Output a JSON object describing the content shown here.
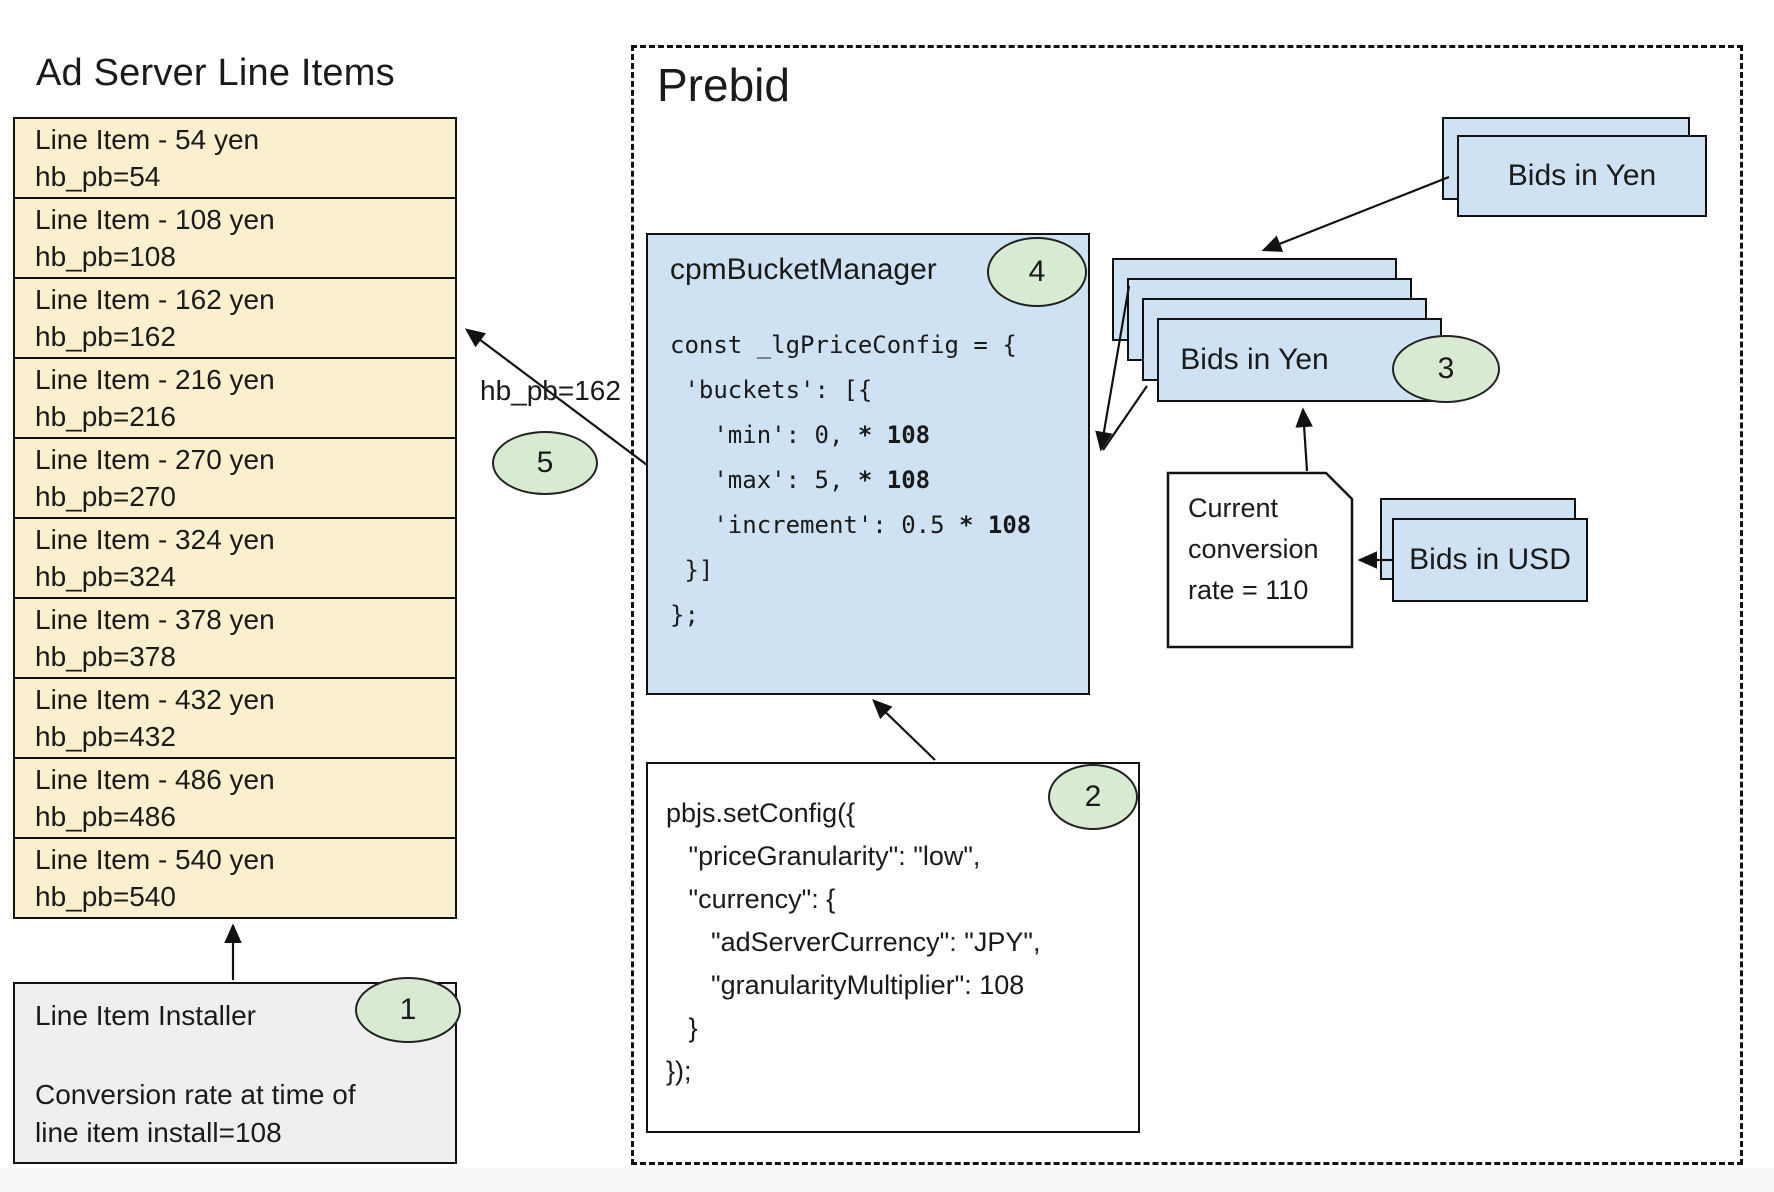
{
  "ad_server": {
    "title": "Ad Server Line Items",
    "line_items": [
      {
        "label": "Line Item - 54 yen",
        "param": "hb_pb=54"
      },
      {
        "label": "Line Item - 108 yen",
        "param": "hb_pb=108"
      },
      {
        "label": "Line Item - 162 yen",
        "param": "hb_pb=162"
      },
      {
        "label": "Line Item - 216 yen",
        "param": "hb_pb=216"
      },
      {
        "label": "Line Item - 270 yen",
        "param": "hb_pb=270"
      },
      {
        "label": "Line Item - 324 yen",
        "param": "hb_pb=324"
      },
      {
        "label": "Line Item - 378 yen",
        "param": "hb_pb=378"
      },
      {
        "label": "Line Item - 432 yen",
        "param": "hb_pb=432"
      },
      {
        "label": "Line Item - 486 yen",
        "param": "hb_pb=486"
      },
      {
        "label": "Line Item - 540 yen",
        "param": "hb_pb=540"
      }
    ],
    "installer": {
      "title": "Line Item Installer",
      "badge": "1",
      "note": "Conversion rate at time of\nline item install=108"
    }
  },
  "prebid": {
    "title": "Prebid",
    "bucket_manager": {
      "label": "cpmBucketManager",
      "badge": "4",
      "code_lines": [
        {
          "t": "const _lgPriceConfig = {",
          "b": ""
        },
        {
          "t": " 'buckets': [{",
          "b": ""
        },
        {
          "t": "   'min': 0, ",
          "b": "* 108"
        },
        {
          "t": "   'max': 5, ",
          "b": "* 108"
        },
        {
          "t": "   'increment': 0.5 ",
          "b": "* 108"
        },
        {
          "t": " }]",
          "b": ""
        },
        {
          "t": "};",
          "b": ""
        }
      ]
    },
    "set_config": {
      "badge": "2",
      "code": "pbjs.setConfig({\n   \"priceGranularity\": \"low\",\n   \"currency\": {\n      \"adServerCurrency\": \"JPY\",\n      \"granularityMultiplier\": 108\n   }\n});"
    },
    "bids_in_yen_incoming": {
      "label": "Bids in Yen"
    },
    "bids_in_yen_converted": {
      "label": "Bids in Yen",
      "badge": "3"
    },
    "bids_in_usd": {
      "label": "Bids in USD"
    },
    "conversion_note": {
      "text": "Current\nconversion\nrate = 110"
    },
    "hb_pb_label": "hb_pb=162",
    "flow_badge": "5"
  },
  "colors": {
    "line_item_fill": "#faf0cd",
    "card_fill": "#cfe2f3",
    "badge_fill": "#d9ead3",
    "installer_fill": "#efefef",
    "border": "#111111"
  }
}
